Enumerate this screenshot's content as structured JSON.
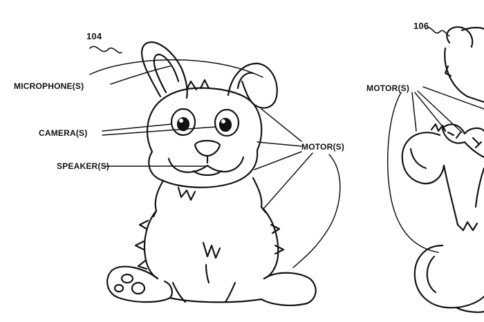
{
  "figure": {
    "left": {
      "ref": "104",
      "labels": {
        "microphone": "MICROPHONE(S)",
        "camera": "CAMERA(S)",
        "speaker": "SPEAKER(S)",
        "motor": "MOTOR(S)"
      }
    },
    "right": {
      "ref": "106",
      "labels": {
        "motor": "MOTOR(S)"
      }
    }
  }
}
